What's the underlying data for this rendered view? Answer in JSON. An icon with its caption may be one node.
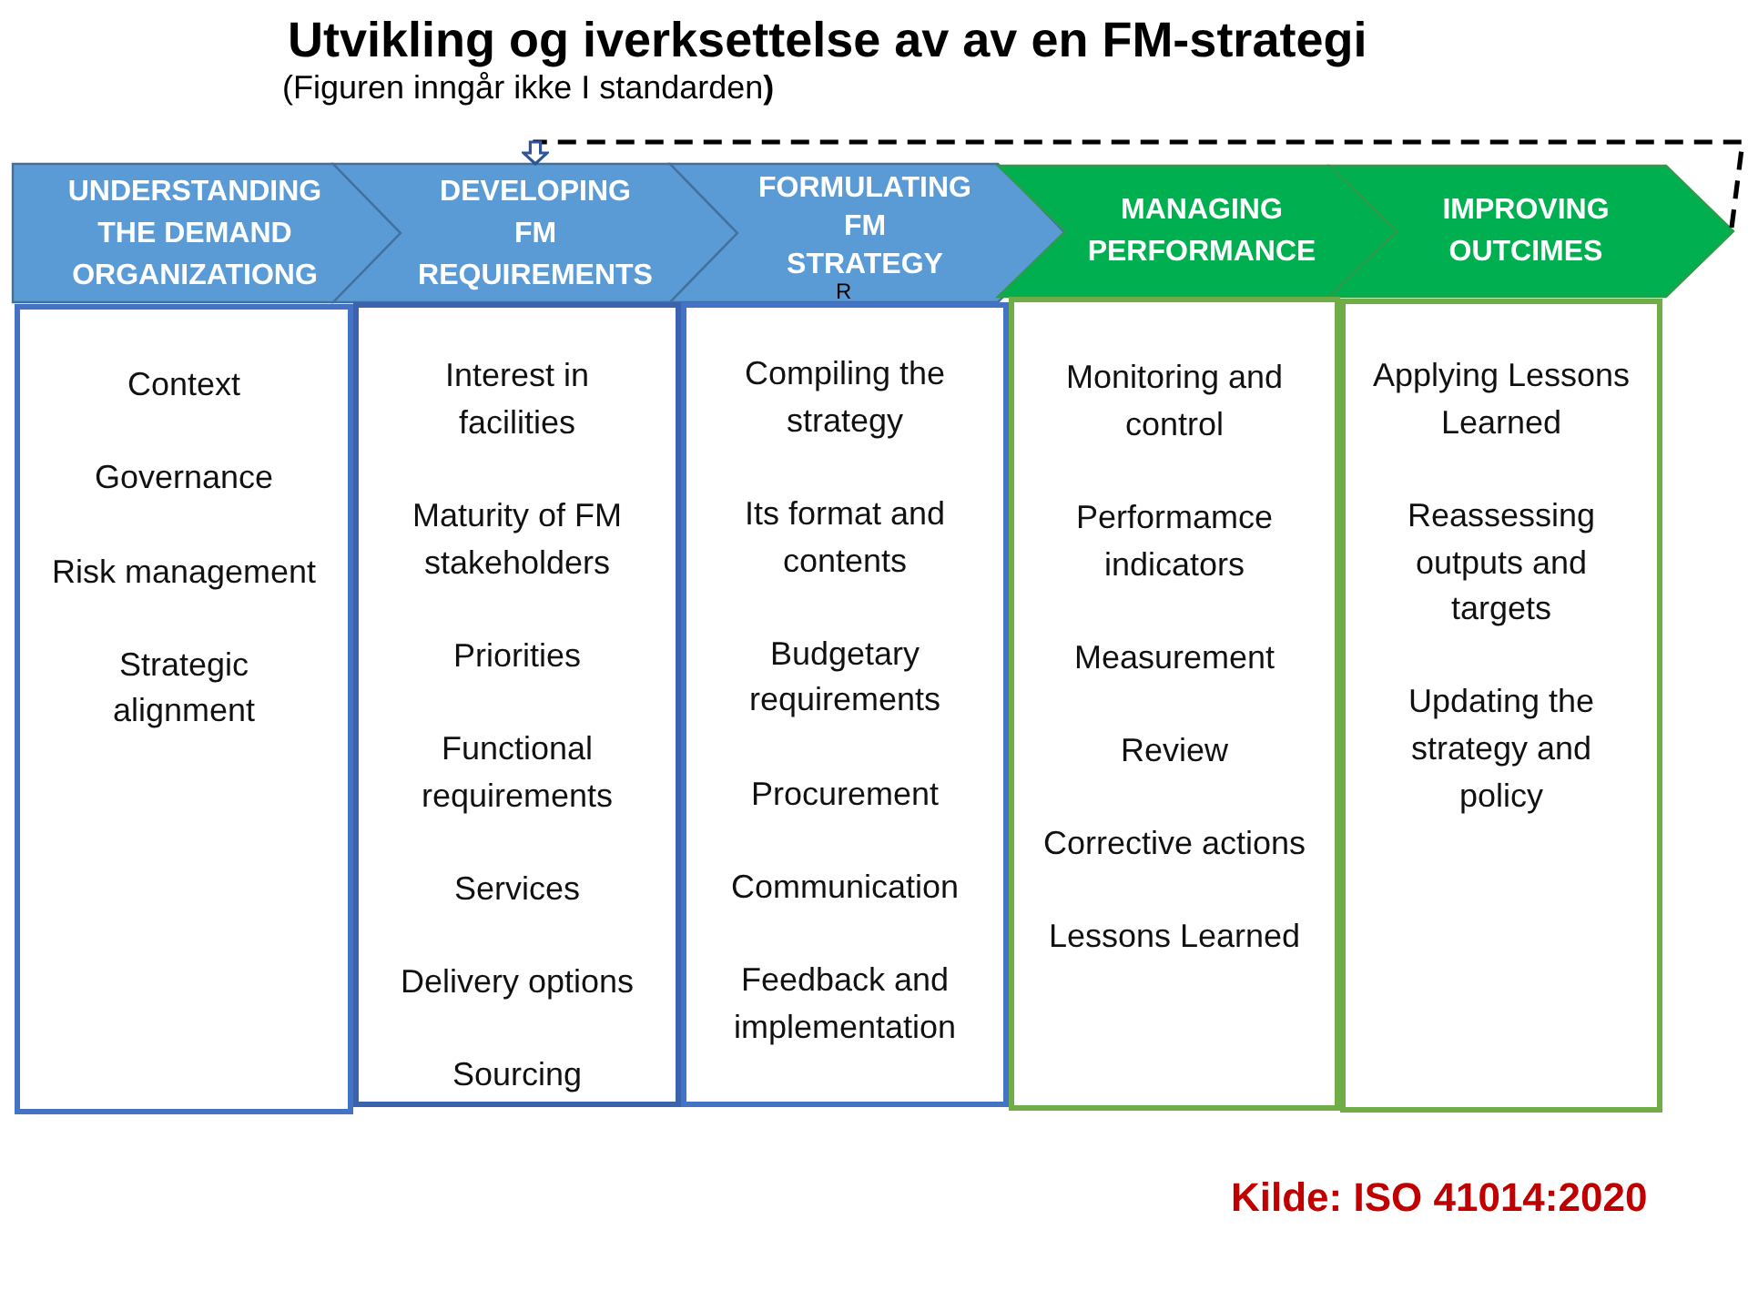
{
  "diagram": {
    "title": "Utvikling og iverksettelse av av en FM-strategi",
    "nodes": [
      {
        "text": [
          "UNDERSTANDING THE DEMAND ORGANIZATIONG"
        ]
      },
      {
        "text": [
          "DEVELOPING FM REQUIREMENTS"
        ]
      },
      {
        "text": [
          "FORMULATING FM STRATEGY"
        ]
      },
      {
        "text": [
          "MANAGING PERFORMANCE"
        ]
      },
      {
        "text": [
          "IMPROVING OUTCIMES"
        ]
      },
      {
        "text": [
          "Context",
          "Governance",
          "Risk management",
          "Strategic alignment"
        ]
      },
      {
        "text": [
          "Interest in facilities",
          "Maturity of FM stakeholders",
          "Priorities",
          "Functional requirements",
          "Services",
          "Delivery options",
          "Sourcing"
        ]
      },
      {
        "text": [
          "Compiling the strategy",
          "Its format and contents",
          "Budgetary requirements",
          "Procurement",
          "Communication",
          "Feedback and implementation"
        ]
      },
      {
        "text": [
          "Monitoring and control",
          "Performamce indicators",
          "Measurement",
          "Review",
          "Corrective actions",
          "Lessons Learned"
        ]
      },
      {
        "text": [
          "Applying Lessons Learned",
          "Reassessing outputs and targets",
          "Updating the strategy and policy"
        ]
      }
    ],
    "edges": [
      {
        "from": 4,
        "to": 1,
        "arrow": "to",
        "style": "dashed"
      }
    ],
    "labels": [
      "(Figuren inngår ikke I standarden**)**",
      "R",
      "Kilde: ISO 41014:2020"
    ]
  }
}
